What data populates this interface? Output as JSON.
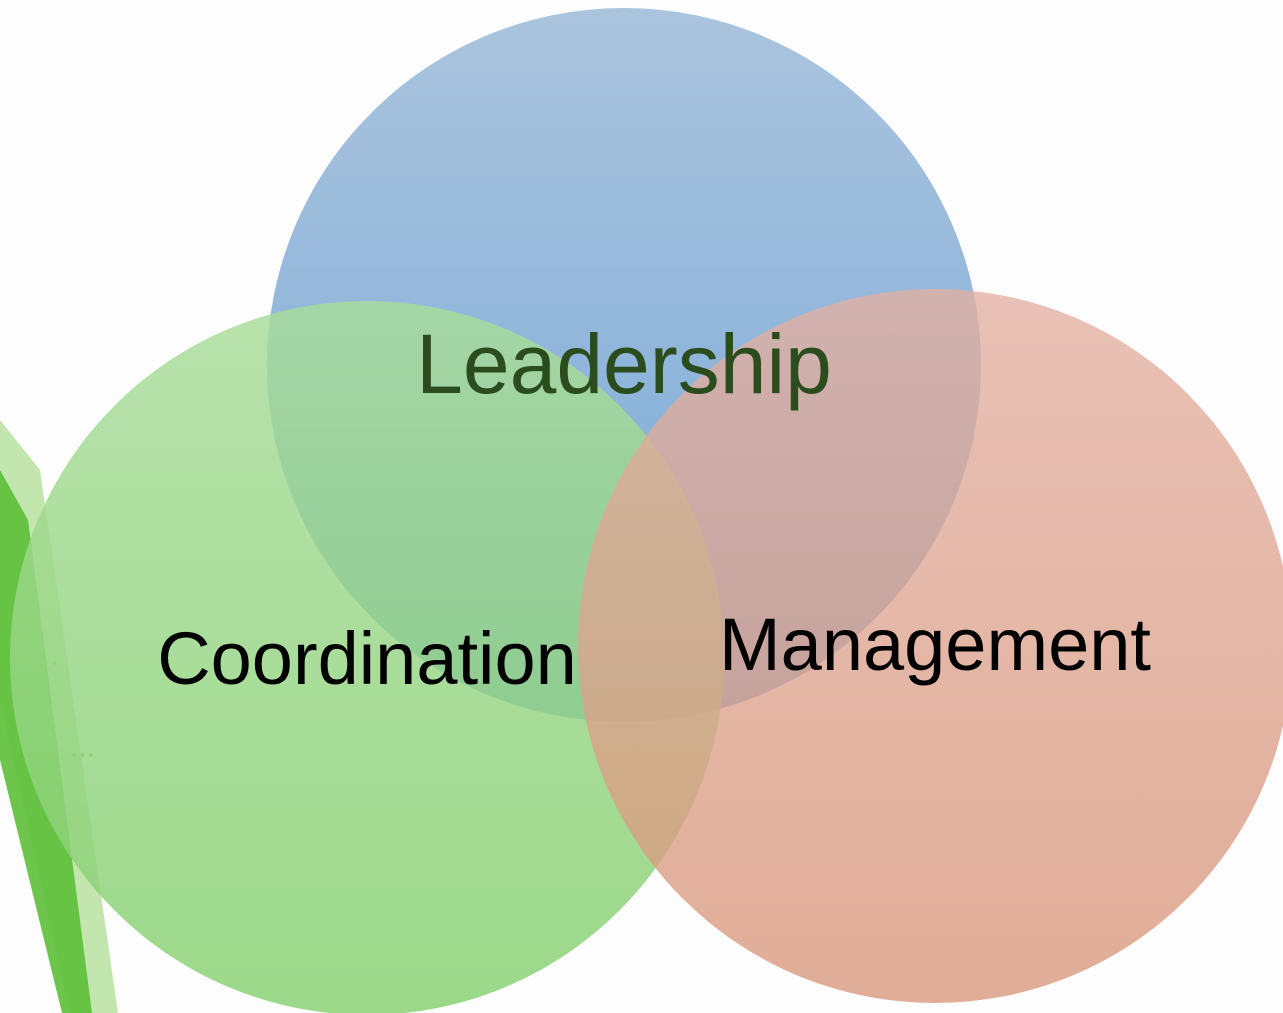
{
  "diagram": {
    "type": "venn",
    "circles": [
      {
        "id": "leadership",
        "label": "Leadership",
        "color": "#7aa9d4"
      },
      {
        "id": "coordination",
        "label": "Coordination",
        "color": "#80cf6b"
      },
      {
        "id": "management",
        "label": "Management",
        "color": "#d8957c"
      }
    ],
    "decoration": {
      "leaf_color": "#6cc043",
      "leaf_light_color": "#a8d98a"
    }
  }
}
